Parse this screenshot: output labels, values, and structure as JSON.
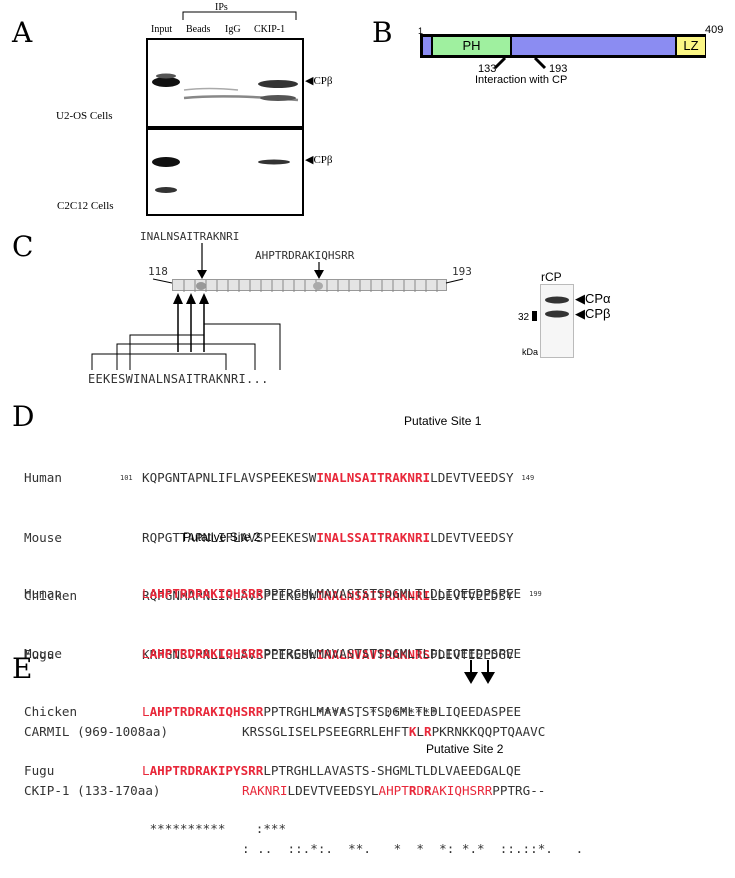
{
  "panelA": {
    "letter": "A",
    "ips_label": "IPs",
    "lanes": [
      "Input",
      "Beads",
      "IgG",
      "CKIP-1"
    ],
    "band_label": "CPβ",
    "cell_lines": [
      "U2-OS Cells",
      "C2C12 Cells"
    ]
  },
  "panelB": {
    "letter": "B",
    "start": "1",
    "end": "409",
    "domains": [
      "PH",
      "LZ"
    ],
    "pos_start": "133",
    "pos_end": "193",
    "interaction_label": "Interaction with CP"
  },
  "panelC": {
    "letter": "C",
    "peptide1": "INALNSAITRAKNRI",
    "peptide2": "AHPTRDRAKIQHSRR",
    "range_start": "118",
    "range_end": "193",
    "bottom_seq": "EEKESWINALNSAITRAKNRI...",
    "rcp_title": "rCP",
    "cpa": "CPα",
    "cpb": "CPβ",
    "mw": "32",
    "kda": "kDa"
  },
  "panelD": {
    "letter": "D",
    "site1_title": "Putative Site 1",
    "site2_title": "Putative Site 2",
    "block1": {
      "start_num": "101",
      "end_num": "149",
      "rows": [
        {
          "species": "Human",
          "pre": "KQPGNTAPNLIFLAVSPEEKESW",
          "hl": "INALNSAITRAKNRI",
          "post": "LDEVTVEEDSY"
        },
        {
          "species": "Mouse",
          "pre": "RQPGTTAPNLIFLAVSPEEKESW",
          "hl": "INALSSAITRAKNRI",
          "post": "LDEVTVEEDSY"
        },
        {
          "species": "Chicken",
          "pre": "RQPGNMAPNLIFLAVSPEEKESW",
          "hl": "INALNSAITRAKNRI",
          "post": "LDEVTVEEDSY"
        },
        {
          "species": "Fugu",
          "pre": "KRPGNSVPNLLFLAVSPEEKESW",
          "hl": "INALNVAVTRAKNRS",
          "post": "FDEVTIEEDGV"
        }
      ],
      "consensus": "                       **** . * :******"
    },
    "block2": {
      "end_num": "199",
      "rows": [
        {
          "species": "Human",
          "pre": "L",
          "hl": "AHPTRDRAKIQHSRR",
          "post": "PPTRGHLMAVASTSTSDGMLTLDLIQEEDPSPEE"
        },
        {
          "species": "Mouse",
          "pre": "L",
          "hl": "AHPTRDRAKIQHSRR",
          "post": "PPTRGHLMAVASTSTSDGMLTLDLIQEEDPSPEE"
        },
        {
          "species": "Chicken",
          "pre": "L",
          "hl": "AHPTRDRAKIQHSRR",
          "post": "PPTRGHLMAVASTSTSDGMLTLDLIQEEDASPEE"
        },
        {
          "species": "Fugu",
          "pre": "L",
          "hl": "AHPTRDRAKIPYSRR",
          "post": "LPTRGHLLAVASTS-SHGMLTLDLVAEEDGALQE"
        }
      ],
      "consensus": " **********    :***"
    }
  },
  "panelE": {
    "letter": "E",
    "carmil_label": "CARMIL (969-1008aa)",
    "carmil_pre": "KRSSGLISELPSEEGRRLEHFT",
    "carmil_k": "K",
    "carmil_l": "L",
    "carmil_r": "R",
    "carmil_post": "PKRNKKQQPTQAAVC",
    "ckip_label": "CKIP-1 (133-170aa)",
    "ckip_a": "RAKNRI",
    "ckip_b": "LDEVTVEEDSYL",
    "ckip_c": "AHPT",
    "ckip_r": "R",
    "ckip_d": "D",
    "ckip_r2": "R",
    "ckip_e": "AKIQHSRR",
    "ckip_f": "PPTRG--",
    "consensus": ": ..  ::.*:.  **.   *  *  *: *.*  ::.::*.   .",
    "site_label": "Putative Site 2"
  }
}
